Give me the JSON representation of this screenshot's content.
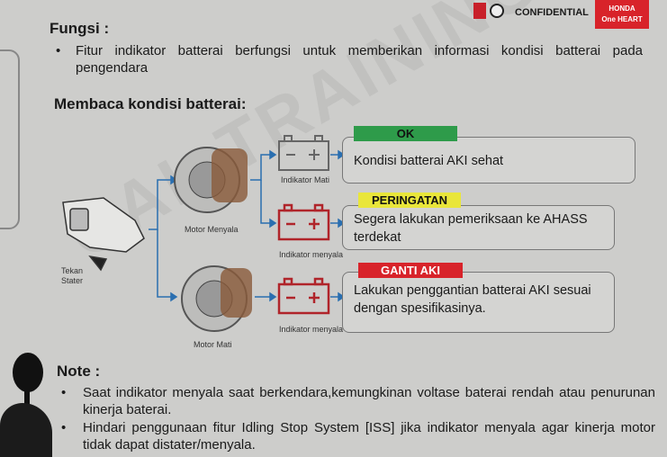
{
  "header": {
    "confidential": "CONFIDENTIAL",
    "brand": "HONDA",
    "brand_tagline": "One HEART"
  },
  "fungsi": {
    "title": "Fungsi :",
    "bullet": "Fitur indikator batterai berfungsi untuk memberikan informasi kondisi batterai pada pengendara"
  },
  "membaca": {
    "title": "Membaca kondisi batterai:"
  },
  "diagram": {
    "tekan_stater": "Tekan Stater",
    "motor_menyala": "Motor Menyala",
    "motor_mati": "Motor Mati",
    "indikator_mati": "Indikator Mati",
    "indikator_menyala_1": "Indikator menyala",
    "indikator_menyala_2": "Indikator menyala",
    "states": [
      {
        "tag": "OK",
        "color": "#2e9b4a",
        "text": "Kondisi batterai AKI sehat"
      },
      {
        "tag": "PERINGATAN",
        "color": "#e9e63a",
        "text": "Segera lakukan pemeriksaan ke AHASS terdekat"
      },
      {
        "tag": "GANTI AKI",
        "color": "#d8232a",
        "text": "Lakukan penggantian batterai AKI sesuai dengan spesifikasinya."
      }
    ]
  },
  "note": {
    "title": "Note :",
    "bullet1": "Saat indikator menyala saat berkendara,kemungkinan voltase baterai rendah atau penurunan kinerja baterai.",
    "bullet2": "Hindari penggunaan fitur Idling Stop System  [ISS] jika indikator menyala agar kinerja motor tidak dapat distater/menyala."
  },
  "watermark": "CAL TRAINING DEPT"
}
